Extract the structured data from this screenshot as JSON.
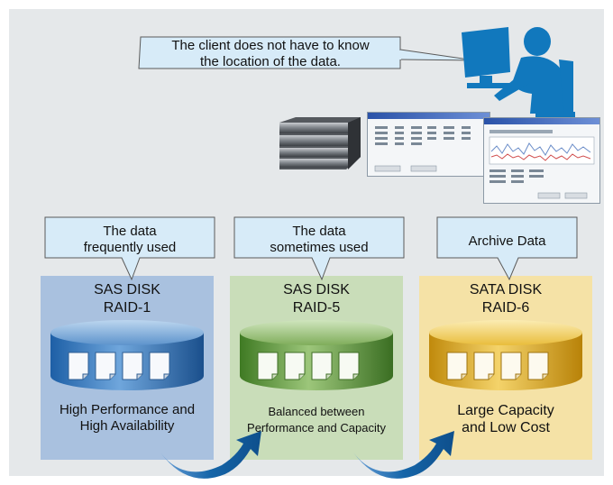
{
  "client_callout": {
    "line1": "The client does not have to know",
    "line2": "the location of the data."
  },
  "tiers": [
    {
      "callout": [
        "The data",
        "frequently used"
      ],
      "disk": "SAS DISK",
      "raid": "RAID-1",
      "description": [
        "High Performance and",
        "High Availability"
      ],
      "color": "#a9c1df"
    },
    {
      "callout": [
        "The data",
        "sometimes used"
      ],
      "disk": "SAS DISK",
      "raid": "RAID-5",
      "description": [
        "Balanced between",
        "Performance and Capacity"
      ],
      "color": "#c9ddb9"
    },
    {
      "callout": [
        "Archive Data"
      ],
      "disk": "SATA DISK",
      "raid": "RAID-6",
      "description": [
        "Large Capacity",
        "and Low Cost"
      ],
      "color": "#f5e2a6"
    }
  ],
  "icons": {
    "user": "person-at-computer-icon",
    "server": "storage-server-icon",
    "disk": "disk-cylinder-icon",
    "document": "document-icon",
    "arrow": "migration-arrow-icon"
  },
  "colors": {
    "background": "#e5e8ea",
    "callout_fill": "#d7ebf8",
    "silhouette": "#1178bd",
    "arrow": "#1565a8"
  }
}
